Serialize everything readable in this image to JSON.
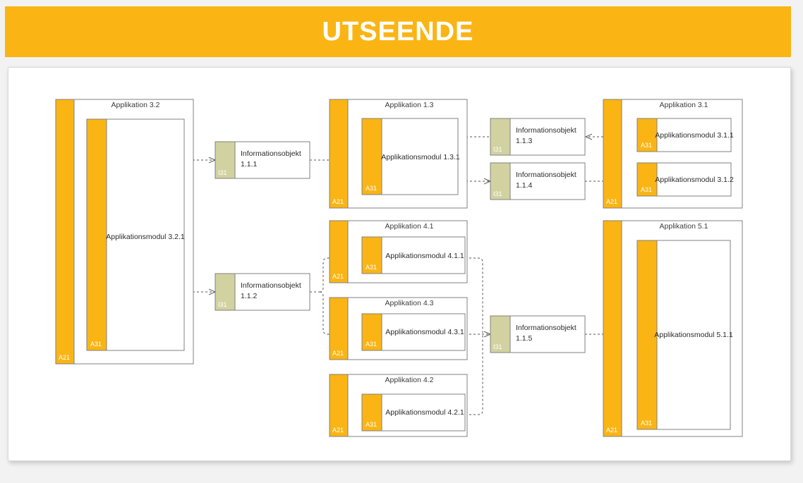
{
  "header": {
    "title": "UTSEENDE"
  },
  "colors": {
    "header_orange": "#fab515",
    "application_bar": "#fab515",
    "module_bar": "#fab515",
    "information_bar": "#d2d2a0",
    "box_border": "#808080",
    "connector": "#555555",
    "page_background": "#f2f2f2",
    "card_background": "#ffffff"
  },
  "diagram": {
    "type": "architecture-layer-diagram",
    "applications": [
      {
        "id": "app-3-2",
        "title": "Applikation 3.2",
        "layer_code": "A21",
        "modules": [
          {
            "id": "mod-3-2-1",
            "label": "Applikationsmodul 3.2.1",
            "layer_code": "A31"
          }
        ]
      },
      {
        "id": "app-1-3",
        "title": "Applikation 1.3",
        "layer_code": "A21",
        "modules": [
          {
            "id": "mod-1-3-1",
            "label": "Applikationsmodul 1.3.1",
            "layer_code": "A31"
          }
        ]
      },
      {
        "id": "app-3-1",
        "title": "Applikation 3.1",
        "layer_code": "A21",
        "modules": [
          {
            "id": "mod-3-1-1",
            "label": "Applikationsmodul 3.1.1",
            "layer_code": "A31"
          },
          {
            "id": "mod-3-1-2",
            "label": "Applikationsmodul 3.1.2",
            "layer_code": "A31"
          }
        ]
      },
      {
        "id": "app-4-1",
        "title": "Applikation 4.1",
        "layer_code": "A21",
        "modules": [
          {
            "id": "mod-4-1-1",
            "label": "Applikationsmodul 4.1.1",
            "layer_code": "A31"
          }
        ]
      },
      {
        "id": "app-4-3",
        "title": "Applikation 4.3",
        "layer_code": "A21",
        "modules": [
          {
            "id": "mod-4-3-1",
            "label": "Applikationsmodul 4.3.1",
            "layer_code": "A31"
          }
        ]
      },
      {
        "id": "app-4-2",
        "title": "Applikation 4.2",
        "layer_code": "A21",
        "modules": [
          {
            "id": "mod-4-2-1",
            "label": "Applikationsmodul 4.2.1",
            "layer_code": "A31"
          }
        ]
      },
      {
        "id": "app-5-1",
        "title": "Applikation 5.1",
        "layer_code": "A21",
        "modules": [
          {
            "id": "mod-5-1-1",
            "label": "Applikationsmodul 5.1.1",
            "layer_code": "A31"
          }
        ]
      }
    ],
    "information_objects": [
      {
        "id": "io-1-1-1",
        "line1": "Informationsobjekt",
        "line2": "1.1.1",
        "layer_code": "I31"
      },
      {
        "id": "io-1-1-2",
        "line1": "Informationsobjekt",
        "line2": "1.1.2",
        "layer_code": "I31"
      },
      {
        "id": "io-1-1-3",
        "line1": "Informationsobjekt",
        "line2": "1.1.3",
        "layer_code": "I31"
      },
      {
        "id": "io-1-1-4",
        "line1": "Informationsobjekt",
        "line2": "1.1.4",
        "layer_code": "I31"
      },
      {
        "id": "io-1-1-5",
        "line1": "Informationsobjekt",
        "line2": "1.1.5",
        "layer_code": "I31"
      }
    ],
    "connections": [
      {
        "from": "mod-3-2-1",
        "to": "io-1-1-1",
        "style": "dashed",
        "arrow": "open"
      },
      {
        "from": "io-1-1-1",
        "to": "mod-1-3-1",
        "style": "dashed",
        "arrow": "open"
      },
      {
        "from": "mod-3-2-1",
        "to": "io-1-1-2",
        "style": "dashed",
        "arrow": "open"
      },
      {
        "from": "mod-3-1-1",
        "to": "io-1-1-3",
        "style": "dashed",
        "arrow": "open"
      },
      {
        "from": "mod-1-3-1",
        "to": "io-1-1-3",
        "style": "dashed",
        "arrow": "none"
      },
      {
        "from": "io-1-1-4",
        "to": "mod-3-1-2",
        "style": "dashed",
        "arrow": "open"
      },
      {
        "from": "mod-1-3-1",
        "to": "io-1-1-4",
        "style": "dashed",
        "arrow": "open"
      },
      {
        "from": "mod-3-1-2",
        "to": "mod-3-1-1",
        "style": "solid",
        "arrow": "open"
      },
      {
        "from": "io-1-1-2",
        "to": "mod-4-1-1",
        "style": "dashed",
        "arrow": "open"
      },
      {
        "from": "io-1-1-2",
        "to": "mod-4-3-1",
        "style": "dashed",
        "arrow": "open"
      },
      {
        "from": "mod-4-1-1",
        "to": "io-1-1-5",
        "style": "dashed",
        "arrow": "open"
      },
      {
        "from": "mod-4-3-1",
        "to": "io-1-1-5",
        "style": "dashed",
        "arrow": "open"
      },
      {
        "from": "mod-4-2-1",
        "to": "io-1-1-5",
        "style": "dashed",
        "arrow": "open"
      },
      {
        "from": "io-1-1-5",
        "to": "mod-5-1-1",
        "style": "dashed",
        "arrow": "open"
      }
    ]
  }
}
